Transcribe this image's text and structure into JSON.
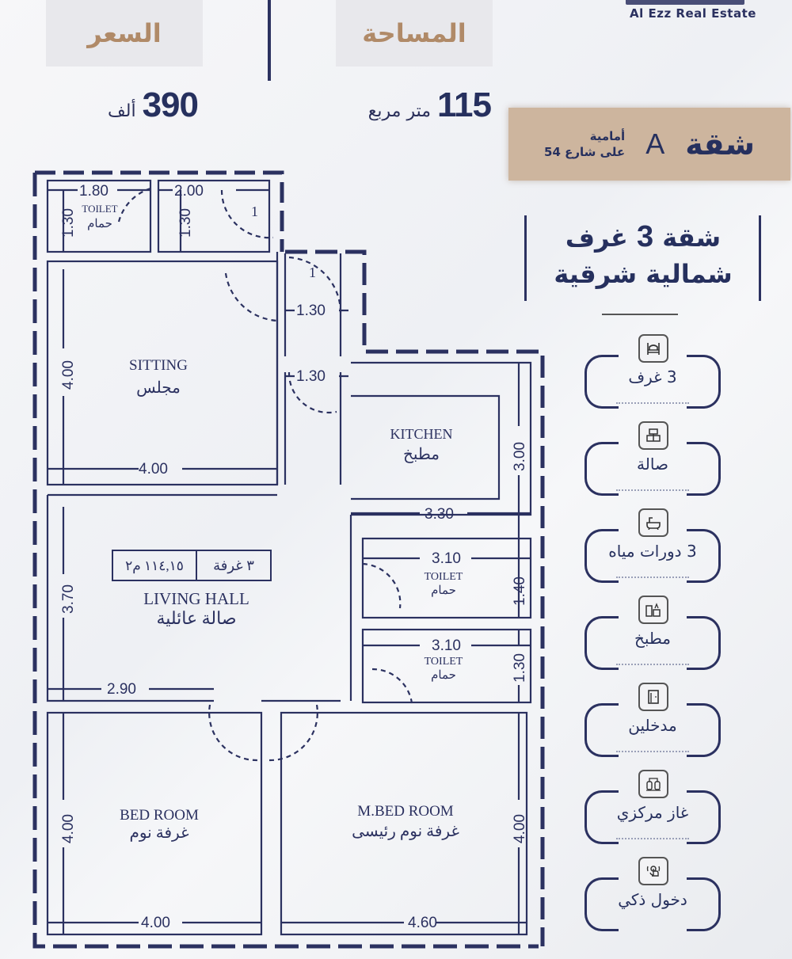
{
  "brand": {
    "name_en": "Al Ezz Real Estate"
  },
  "header": {
    "price_label": "السعر",
    "price_value": "390",
    "price_unit": "ألف",
    "area_label": "المساحة",
    "area_value": "115",
    "area_unit": "متر مربع"
  },
  "apartment": {
    "word": "شقة",
    "letter": "A",
    "position_line1": "أمامية",
    "position_line2": "على شارع 54"
  },
  "summary": {
    "line1_prefix": "شقة",
    "line1_number": "3",
    "line1_suffix": "غرف",
    "line2": "شمالية شرقية"
  },
  "features": [
    {
      "icon": "bed-icon",
      "label": "3 غرف"
    },
    {
      "icon": "tv-unit-icon",
      "label": "صالة"
    },
    {
      "icon": "bathtub-icon",
      "label": "3 دورات مياه"
    },
    {
      "icon": "kitchen-icon",
      "label": "مطبخ"
    },
    {
      "icon": "door-icon",
      "label": "مدخلين"
    },
    {
      "icon": "gas-cylinders-icon",
      "label": "غاز مركزي"
    },
    {
      "icon": "smart-touch-icon",
      "label": "دخول ذكي"
    }
  ],
  "floor_plan": {
    "summary_box": {
      "rooms": "٣ غرفة",
      "area": "١١٤,١٥ م٢"
    },
    "rooms": [
      {
        "name_en": "TOILET",
        "name_ar": "حمام",
        "dims": [
          "1.80",
          "1.30"
        ]
      },
      {
        "name_en": "",
        "name_ar": "",
        "dims": [
          "2.00",
          "1.30"
        ],
        "door_no": "1"
      },
      {
        "name_en": "SITTING",
        "name_ar": "مجلس",
        "dims": [
          "4.00",
          "4.00"
        ]
      },
      {
        "name_en": "",
        "name_ar": "",
        "dims": [
          "1.30"
        ],
        "door_no": "1"
      },
      {
        "name_en": "",
        "name_ar": "",
        "dims": [
          "1.30"
        ]
      },
      {
        "name_en": "KITCHEN",
        "name_ar": "مطبخ",
        "dims": [
          "3.30",
          "3.00"
        ]
      },
      {
        "name_en": "TOILET",
        "name_ar": "حمام",
        "dims": [
          "3.10",
          "1.40"
        ]
      },
      {
        "name_en": "TOILET",
        "name_ar": "حمام",
        "dims": [
          "3.10",
          "1.30"
        ]
      },
      {
        "name_en": "LIVING HALL",
        "name_ar": "صالة عائلية",
        "dims": [
          "2.90",
          "3.70"
        ]
      },
      {
        "name_en": "BED ROOM",
        "name_ar": "غرفة نوم",
        "dims": [
          "4.00",
          "4.00"
        ]
      },
      {
        "name_en": "M.BED ROOM",
        "name_ar": "غرفة نوم رئيسى",
        "dims": [
          "4.60",
          "4.00"
        ]
      }
    ]
  },
  "colors": {
    "navy": "#2b3160",
    "tan": "#b08a68",
    "banner": "#cdb59e"
  }
}
